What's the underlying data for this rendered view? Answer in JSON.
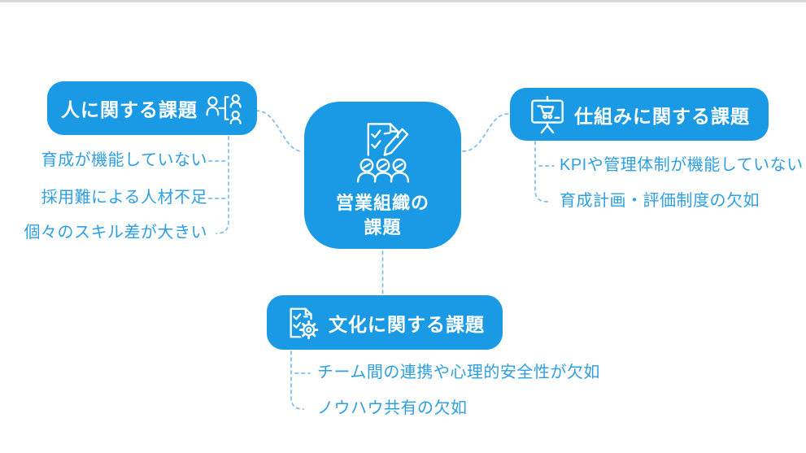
{
  "colors": {
    "node_blue": "#1a9ae4",
    "item_text": "#2e9fe2",
    "connector_blue": "#7fbcee",
    "node_text": "#ffffff",
    "top_edge": "#d9d9d9"
  },
  "center": {
    "title_line1": "営業組織の",
    "title_line2": "課題",
    "icon": "checklist-pencil-people-icon"
  },
  "branches": {
    "people": {
      "label": "人に関する課題",
      "icon": "org-chart-icon",
      "items": [
        "育成が機能していない",
        "採用難による人材不足",
        "個々のスキル差が大きい"
      ]
    },
    "system": {
      "label": "仕組みに関する課題",
      "icon": "presentation-cart-icon",
      "items": [
        "KPIや管理体制が機能していない",
        "育成計画・評価制度の欠如"
      ]
    },
    "culture": {
      "label": "文化に関する課題",
      "icon": "checklist-gear-icon",
      "items": [
        "チーム間の連携や心理的安全性が欠如",
        "ノウハウ共有の欠如"
      ]
    }
  }
}
